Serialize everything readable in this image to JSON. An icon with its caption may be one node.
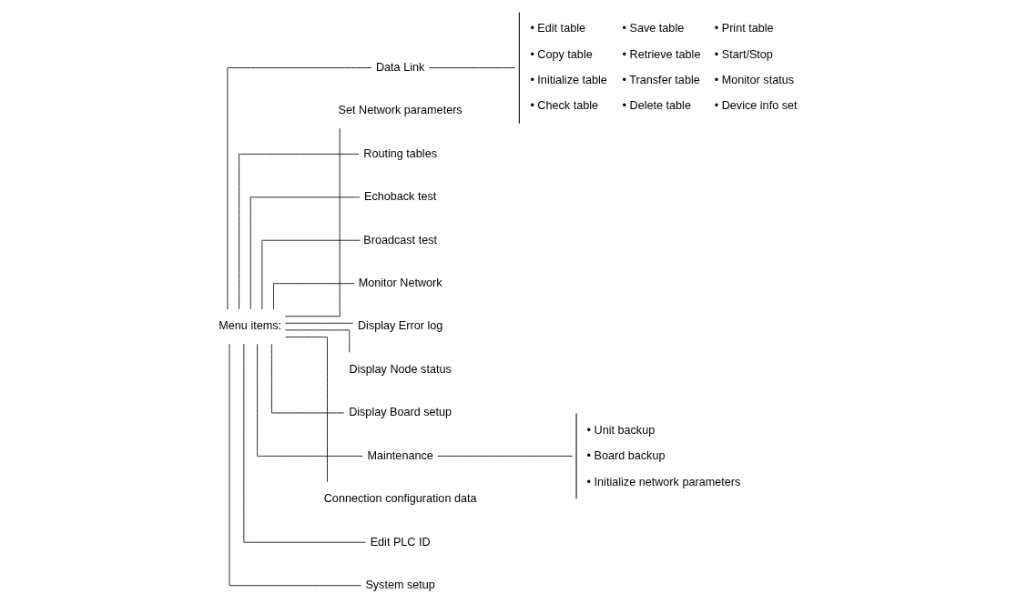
{
  "diagram": {
    "nodes": [
      {
        "text": [
          "Menu items:"
        ]
      },
      {
        "text": [
          "Data Link"
        ]
      },
      {
        "text": [
          "Set Network parameters"
        ]
      },
      {
        "text": [
          "Routing tables"
        ]
      },
      {
        "text": [
          "Echoback test"
        ]
      },
      {
        "text": [
          "Broadcast test"
        ]
      },
      {
        "text": [
          "Monitor Network"
        ]
      },
      {
        "text": [
          "Display Error log"
        ]
      },
      {
        "text": [
          "Display Node status"
        ]
      },
      {
        "text": [
          "Display Board setup"
        ]
      },
      {
        "text": [
          "Maintenance"
        ]
      },
      {
        "text": [
          "Connection configuration data"
        ]
      },
      {
        "text": [
          "Edit PLC ID"
        ]
      },
      {
        "text": [
          "System setup"
        ]
      },
      {
        "text": [
          "• Edit table",
          "• Save table",
          "• Print table",
          "• Copy table",
          "• Retrieve table",
          "• Start/Stop",
          "• Initialize table",
          "• Transfer table",
          "• Monitor status",
          "• Check table",
          "• Delete table",
          "• Device info set"
        ]
      },
      {
        "text": [
          "• Unit backup",
          "• Board backup",
          "• Initialize network parameters"
        ]
      }
    ],
    "edges": [
      {
        "from": 0,
        "to": 1,
        "arrow": "none"
      },
      {
        "from": 0,
        "to": 2,
        "arrow": "none"
      },
      {
        "from": 0,
        "to": 3,
        "arrow": "none"
      },
      {
        "from": 0,
        "to": 4,
        "arrow": "none"
      },
      {
        "from": 0,
        "to": 5,
        "arrow": "none"
      },
      {
        "from": 0,
        "to": 6,
        "arrow": "none"
      },
      {
        "from": 0,
        "to": 7,
        "arrow": "none"
      },
      {
        "from": 0,
        "to": 8,
        "arrow": "none"
      },
      {
        "from": 0,
        "to": 9,
        "arrow": "none"
      },
      {
        "from": 0,
        "to": 10,
        "arrow": "none"
      },
      {
        "from": 0,
        "to": 11,
        "arrow": "none"
      },
      {
        "from": 0,
        "to": 12,
        "arrow": "none"
      },
      {
        "from": 0,
        "to": 13,
        "arrow": "none"
      },
      {
        "from": 1,
        "to": 14,
        "arrow": "none"
      },
      {
        "from": 10,
        "to": 15,
        "arrow": "none"
      }
    ]
  }
}
